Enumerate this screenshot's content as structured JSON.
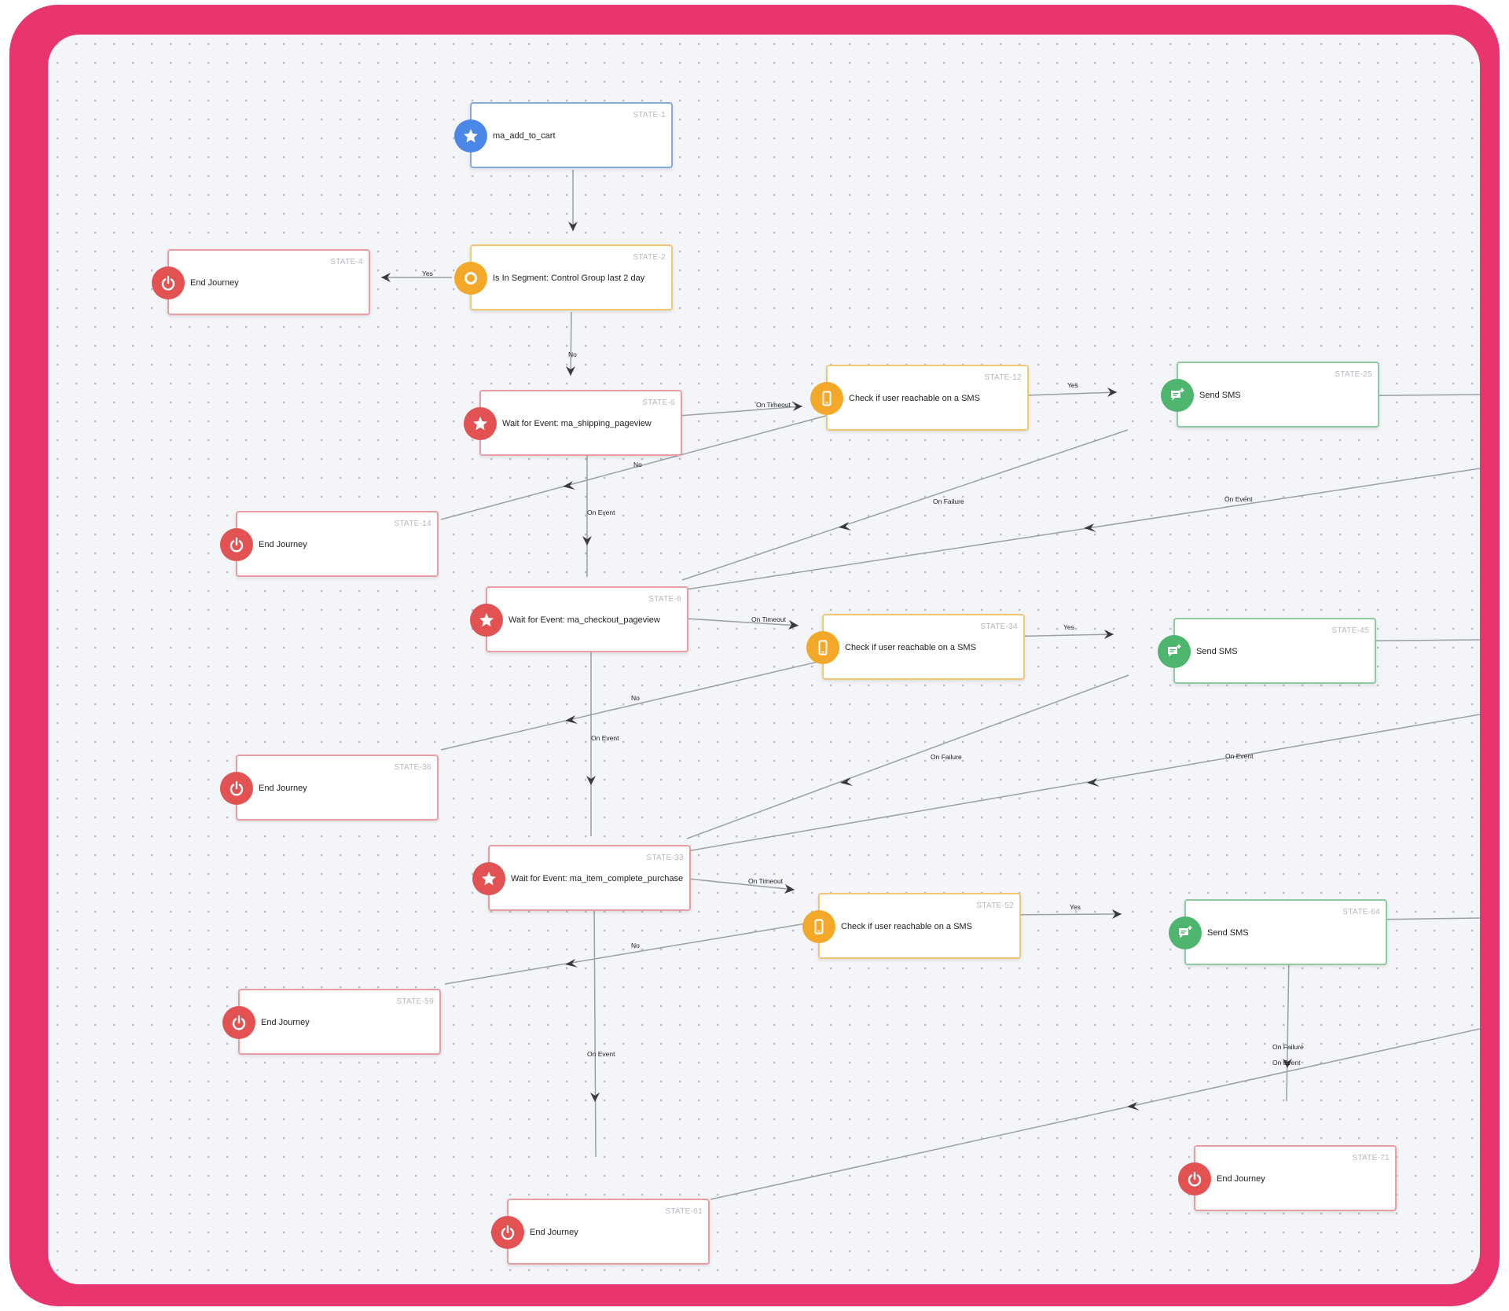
{
  "nodes": [
    {
      "id": "STATE-1",
      "label": "ma_add_to_cart",
      "kind": "blue",
      "icon": "star-icon"
    },
    {
      "id": "STATE-2",
      "label": "Is In Segment: Control Group last 2 day",
      "kind": "orange",
      "icon": "segment-icon"
    },
    {
      "id": "STATE-4",
      "label": "End Journey",
      "kind": "red",
      "icon": "power-icon"
    },
    {
      "id": "STATE-6",
      "label": "Wait for Event: ma_shipping_pageview",
      "kind": "red",
      "icon": "star-icon"
    },
    {
      "id": "STATE-12",
      "label": "Check if user reachable on a SMS",
      "kind": "orange",
      "icon": "phone-icon"
    },
    {
      "id": "STATE-25",
      "label": "Send SMS",
      "kind": "green",
      "icon": "sms-icon"
    },
    {
      "id": "STATE-14",
      "label": "End Journey",
      "kind": "red",
      "icon": "power-icon"
    },
    {
      "id": "STATE-8",
      "label": "Wait for Event: ma_checkout_pageview",
      "kind": "red",
      "icon": "star-icon"
    },
    {
      "id": "STATE-34",
      "label": "Check if user reachable on a SMS",
      "kind": "orange",
      "icon": "phone-icon"
    },
    {
      "id": "STATE-45",
      "label": "Send SMS",
      "kind": "green",
      "icon": "sms-icon"
    },
    {
      "id": "STATE-36",
      "label": "End Journey",
      "kind": "red",
      "icon": "power-icon"
    },
    {
      "id": "STATE-33",
      "label": "Wait for Event: ma_item_complete_purchase",
      "kind": "red",
      "icon": "star-icon"
    },
    {
      "id": "STATE-52",
      "label": "Check if user reachable on a SMS",
      "kind": "orange",
      "icon": "phone-icon"
    },
    {
      "id": "STATE-64",
      "label": "Send SMS",
      "kind": "green",
      "icon": "sms-icon"
    },
    {
      "id": "STATE-59",
      "label": "End Journey",
      "kind": "red",
      "icon": "power-icon"
    },
    {
      "id": "STATE-71",
      "label": "End Journey",
      "kind": "red",
      "icon": "power-icon"
    },
    {
      "id": "STATE-61",
      "label": "End Journey",
      "kind": "red",
      "icon": "power-icon"
    }
  ],
  "edge_labels": [
    "Yes",
    "No",
    "On Timeout",
    "On Event",
    "On Failure"
  ],
  "colors": {
    "frame": "#e8356d",
    "canvas": "#f3f5f8",
    "blue": "#4b87e6",
    "orange": "#f3a82a",
    "red": "#e35253",
    "green": "#4eb56f",
    "edge": "#9aa0a8"
  }
}
